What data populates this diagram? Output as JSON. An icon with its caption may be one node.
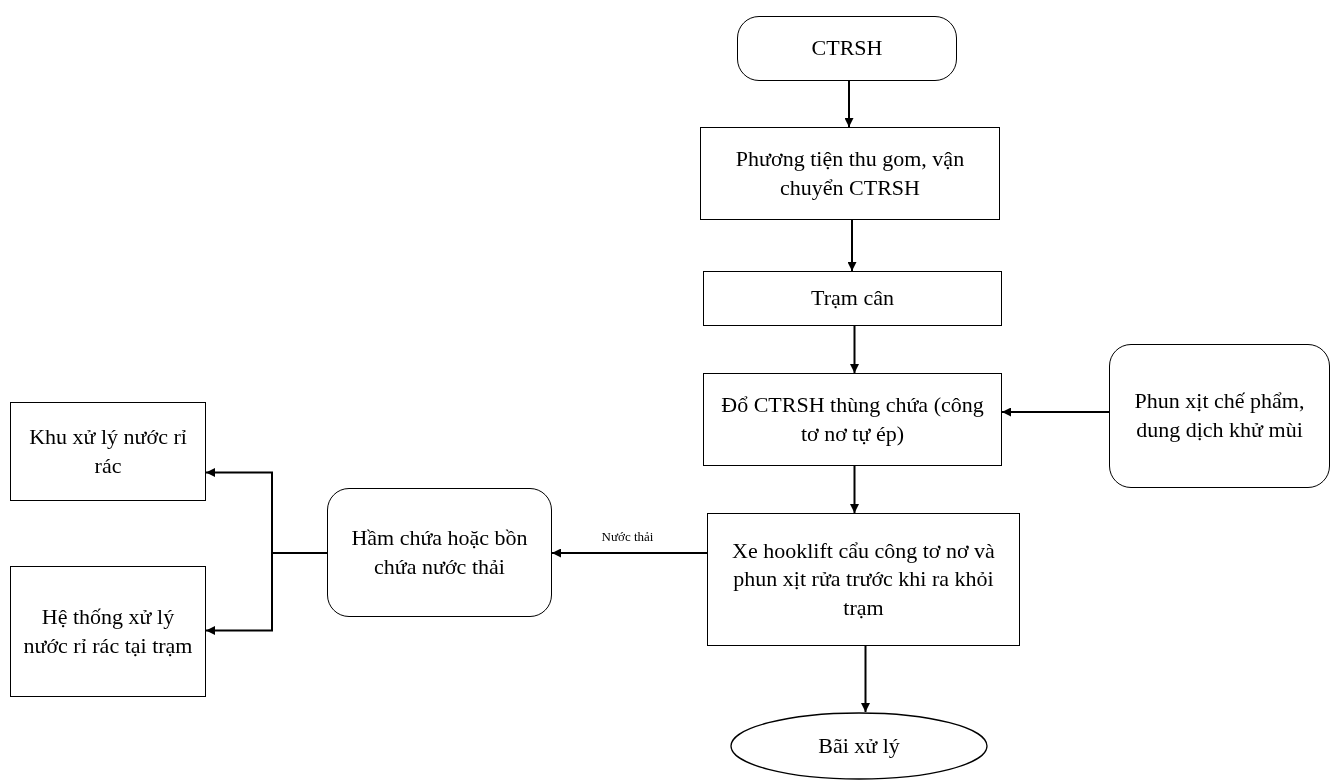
{
  "diagram": {
    "nodes": [
      {
        "text": [
          "CTRSH"
        ]
      },
      {
        "text": [
          "Phương tiện thu gom, vận chuyển CTRSH"
        ]
      },
      {
        "text": [
          "Trạm cân"
        ]
      },
      {
        "text": [
          "Đổ CTRSH thùng chứa (công tơ nơ tự ép)"
        ]
      },
      {
        "text": [
          "Phun xịt chế phẩm, dung dịch khử mùi"
        ]
      },
      {
        "text": [
          "Xe hooklift cẩu công tơ nơ và phun xịt rửa trước khi ra khỏi trạm"
        ]
      },
      {
        "text": [
          "Bãi xử lý"
        ]
      },
      {
        "text": [
          "Hầm chứa hoặc bồn chứa nước thải"
        ]
      },
      {
        "text": [
          "Khu xử lý nước rỉ rác"
        ]
      },
      {
        "text": [
          "Hệ thống xử lý nước rỉ rác tại trạm"
        ]
      }
    ],
    "edges": [
      {
        "from": 0,
        "to": 1,
        "arrow": "to"
      },
      {
        "from": 1,
        "to": 2,
        "arrow": "to"
      },
      {
        "from": 2,
        "to": 3,
        "arrow": "to"
      },
      {
        "from": 4,
        "to": 3,
        "arrow": "to"
      },
      {
        "from": 3,
        "to": 5,
        "arrow": "to"
      },
      {
        "from": 5,
        "to": 6,
        "arrow": "to"
      },
      {
        "from": 5,
        "to": 7,
        "arrow": "to",
        "label": "Nước thải"
      },
      {
        "from": 7,
        "to": 8,
        "arrow": "to"
      },
      {
        "from": 7,
        "to": 9,
        "arrow": "to"
      }
    ]
  }
}
